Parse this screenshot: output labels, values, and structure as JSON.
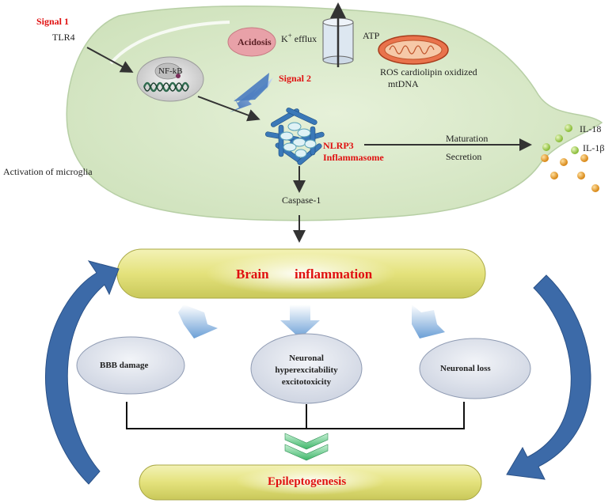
{
  "signals": {
    "signal1": "Signal 1",
    "tlr4": "TLR4",
    "signal2": "Signal 2",
    "nfkb": "NF-kB"
  },
  "cell": {
    "acidosis": "Acidosis",
    "k_efflux": "K",
    "k_superscript": "+",
    "k_efflux_suffix": "efflux",
    "atp": "ATP",
    "ros_line1": "ROS cardiolipin  oxidized",
    "ros_line2": "mtDNA",
    "nlrp3_line1": "NLRP3",
    "nlrp3_line2": "Inflammasome",
    "maturation": "Maturation",
    "secretion": "Secretion",
    "activation": "Activation of microglia",
    "caspase": "Caspase-1",
    "il18": "IL-18",
    "il1b": "IL-1β"
  },
  "brain_inflammation": {
    "word1": "Brain",
    "word2": "inflammation"
  },
  "effects": {
    "bbb": "BBB damage",
    "neuronal_line1": "Neuronal",
    "neuronal_line2": "hyperexcitability",
    "neuronal_line3": "excitotoxicity",
    "loss": "Neuronal loss"
  },
  "epileptogenesis": "Epileptogenesis",
  "colors": {
    "cell_fill": "#d6e7c4",
    "cell_stroke": "#b7cfa5",
    "accent_red": "#e01010",
    "blue_arrow": "#3a6fb0",
    "ellipse_fill": "#dfe3ec",
    "bar_yellow": "#e8e68a"
  }
}
